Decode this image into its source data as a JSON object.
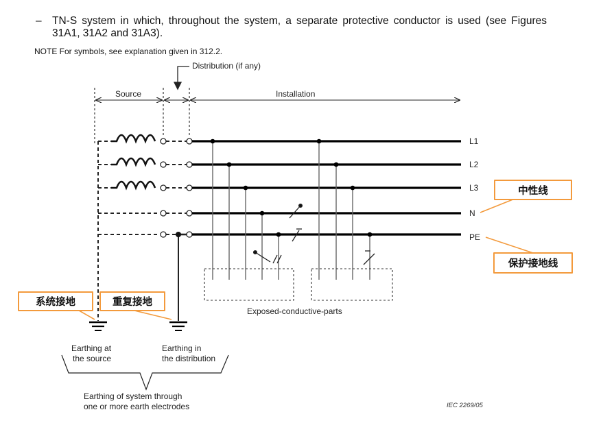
{
  "intro": {
    "dash": "–",
    "text": "TN-S system in which, throughout the system, a separate protective conductor is used (see Figures 31A1, 31A2 and 31A3)."
  },
  "note": "NOTE  For symbols, see explanation given in 312.2.",
  "diagram": {
    "distribution_label": "Distribution (if any)",
    "source_label": "Source",
    "installation_label": "Installation",
    "conductors": [
      "L1",
      "L2",
      "L3",
      "N",
      "PE"
    ],
    "exposed_parts_label": "Exposed-conductive-parts",
    "earthing_source": [
      "Earthing at",
      "the source"
    ],
    "earthing_distribution": [
      "Earthing in",
      "the distribution"
    ],
    "earthing_system": [
      "Earthing of system through",
      "one or more earth electrodes"
    ],
    "figure_code": "IEC   2269/05"
  },
  "annotations": {
    "neutral": "中性线",
    "protective_earth": "保护接地线",
    "system_earthing": "系统接地",
    "repeated_earthing": "重复接地",
    "accent_color": "#f39a3c"
  }
}
